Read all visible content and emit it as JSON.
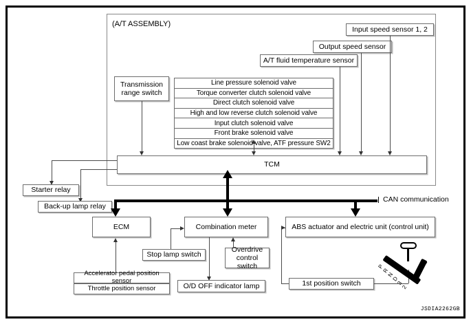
{
  "figure": {
    "code": "JSDIA2262GB",
    "assembly_label": "(A/T ASSEMBLY)",
    "can_label": "CAN communication"
  },
  "blocks": {
    "tcm": "TCM",
    "transmission_range_switch": "Transmission\nrange switch",
    "at_fluid_temp_sensor": "A/T fluid temperature sensor",
    "output_speed_sensor": "Output speed sensor",
    "input_speed_sensor": "Input speed sensor 1, 2",
    "starter_relay": "Starter relay",
    "backup_lamp_relay": "Back-up lamp relay",
    "ecm": "ECM",
    "combination_meter": "Combination meter",
    "abs_unit": "ABS actuator and electric unit (control unit)",
    "stop_lamp_switch": "Stop lamp switch",
    "overdrive_control_switch": "Overdrive\ncontrol switch",
    "od_off_indicator_lamp": "O/D OFF indicator lamp",
    "accelerator_pedal_position_sensor": "Accelerator pedal position sensor",
    "throttle_position_sensor": "Throttle position sensor",
    "first_position_switch": "1st position switch"
  },
  "solenoid_valves": [
    "Line pressure solenoid valve",
    "Torque converter clutch solenoid valve",
    "Direct clutch solenoid valve",
    "High and low reverse clutch solenoid valve",
    "Input clutch solenoid valve",
    "Front brake solenoid valve",
    "Low coast brake solenoid valve, ATF pressure SW2"
  ],
  "shift_gate_positions": [
    "P",
    "R",
    "N",
    "D",
    "3",
    "2",
    "1"
  ]
}
